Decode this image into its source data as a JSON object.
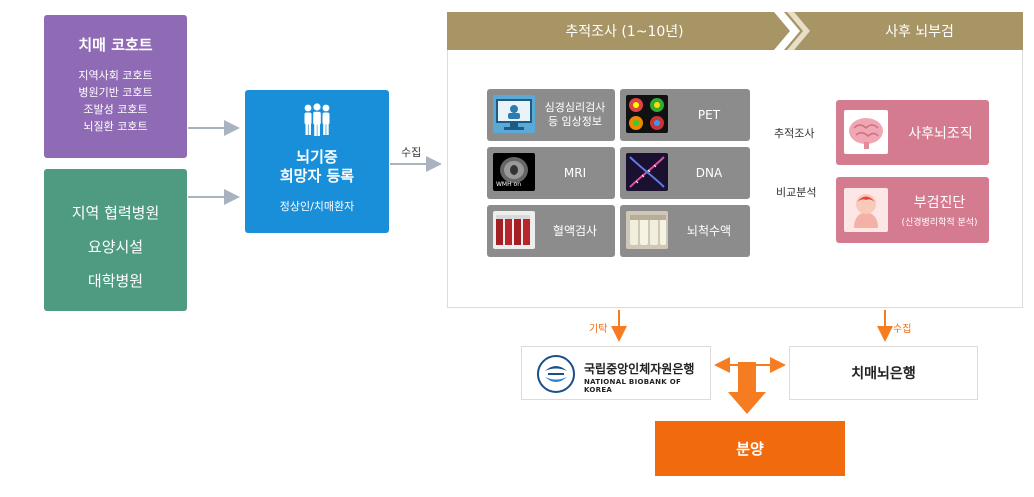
{
  "colors": {
    "purple": "#8e6bb4",
    "green": "#4e9b82",
    "blue": "#1a8fd9",
    "gold": "#a89566",
    "pink": "#d47b90",
    "grey_cell": "#8c8c8c",
    "orange": "#f26a0e",
    "arrow_orange": "#f57c20",
    "arrow_grey": "#a8b3bf"
  },
  "cohort": {
    "title": "치매 코호트",
    "items": [
      "지역사회 코호트",
      "병원기반 코호트",
      "조발성 코호트",
      "뇌질환 코호트"
    ]
  },
  "partners": {
    "items": [
      "지역 협력병원",
      "요양시설",
      "대학병원"
    ]
  },
  "registration": {
    "icon": "group-people-icon",
    "title_line1": "뇌기증",
    "title_line2": "희망자 등록",
    "subtitle": "정상인/치매환자"
  },
  "labels": {
    "collect": "수집",
    "follow_up": "추적조사",
    "compare": "비교분석",
    "deposit": "기탁",
    "collect2": "수집"
  },
  "header": {
    "followup": "추적조사 (1~10년)",
    "autopsy": "사후 뇌부검"
  },
  "tests": [
    {
      "line1": "심경심리검사",
      "line2": "등 임상정보",
      "icon": "monitor-icon"
    },
    {
      "line1": "PET",
      "line2": "",
      "icon": "pet-scan-icon"
    },
    {
      "line1": "MRI",
      "line2": "",
      "icon": "mri-scan-icon",
      "thumb_text": "WMH on"
    },
    {
      "line1": "DNA",
      "line2": "",
      "icon": "dna-icon"
    },
    {
      "line1": "혈액검사",
      "line2": "",
      "icon": "blood-tubes-icon"
    },
    {
      "line1": "뇌척수액",
      "line2": "",
      "icon": "csf-tubes-icon"
    }
  ],
  "autopsy": {
    "tissue": "사후뇌조직",
    "diagnosis": "부검진단",
    "diagnosis_sub": "(신경병리학적 분석)"
  },
  "biobank": {
    "name_ko": "국립중앙인체자원은행",
    "name_en": "NATIONAL BIOBANK OF KOREA",
    "logo": "biobank-logo-icon"
  },
  "brainbank": {
    "name": "치매뇌은행"
  },
  "distribution": {
    "label": "분양"
  }
}
